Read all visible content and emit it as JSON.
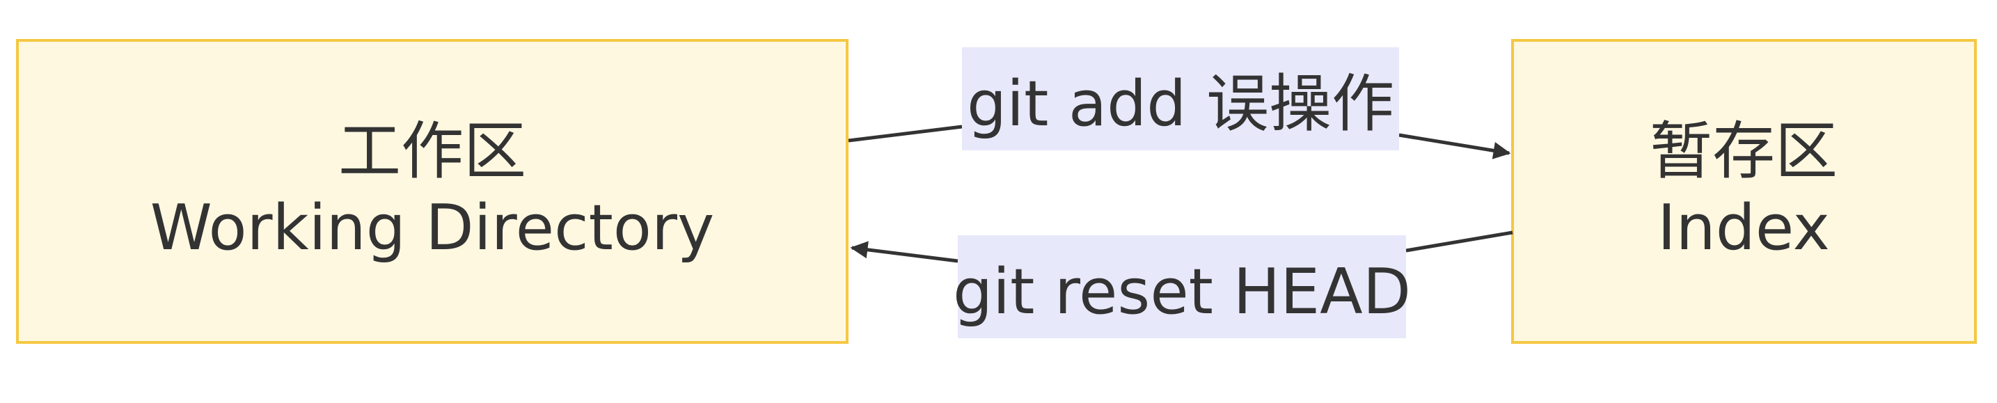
{
  "diagram": {
    "type": "flowchart",
    "direction": "left-to-right",
    "nodes": {
      "working": {
        "line1": "工作区",
        "line2": "Working Directory"
      },
      "index": {
        "line1": "暂存区",
        "line2": "Index"
      }
    },
    "edges": {
      "add": {
        "from": "working",
        "to": "index",
        "label": "git add 误操作"
      },
      "reset": {
        "from": "index",
        "to": "working",
        "label": "git reset HEAD"
      }
    }
  },
  "colors": {
    "node_fill": "#fff8e1",
    "node_stroke": "#f5c842",
    "edge_label_background": "#e8e8fb",
    "edge_stroke": "#333333",
    "text": "#333333"
  }
}
